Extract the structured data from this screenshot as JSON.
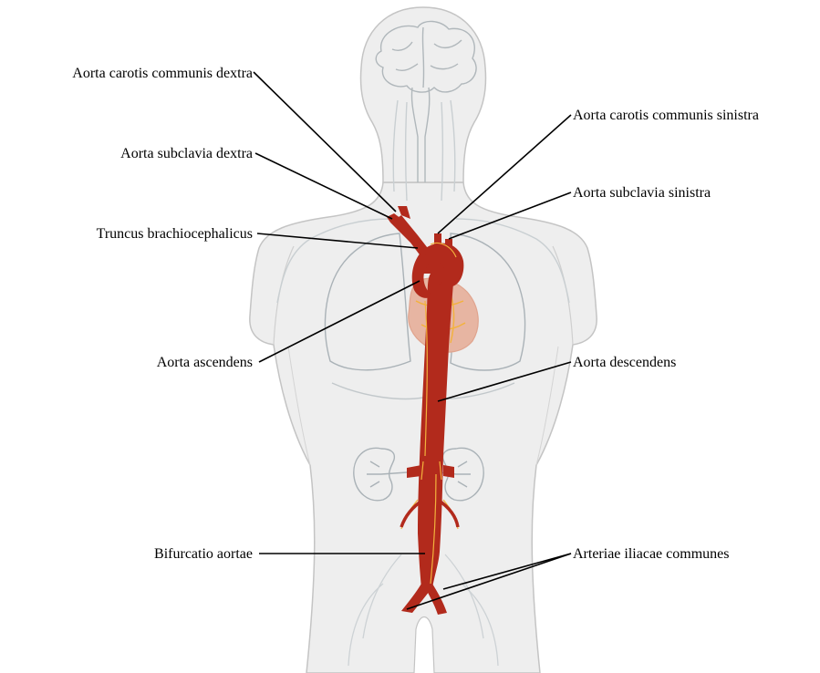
{
  "labels": {
    "carotis_dextra": "Aorta carotis communis dextra",
    "subclavia_dextra": "Aorta subclavia dextra",
    "truncus": "Truncus brachiocephalicus",
    "ascendens": "Aorta ascendens",
    "bifurcatio": "Bifurcatio aortae",
    "carotis_sinistra": "Aorta carotis communis sinistra",
    "subclavia_sinistra": "Aorta subclavia sinistra",
    "descendens": "Aorta descendens",
    "iliacae": "Arteriae iliacae communes"
  },
  "colors": {
    "body_fill": "#eeeeee",
    "body_outline": "#c4c4c4",
    "aorta": "#b22a1c",
    "aorta_highlight": "#f3b23c",
    "heart": "#e7b5a2",
    "organ_outline": "#aab2b7"
  }
}
